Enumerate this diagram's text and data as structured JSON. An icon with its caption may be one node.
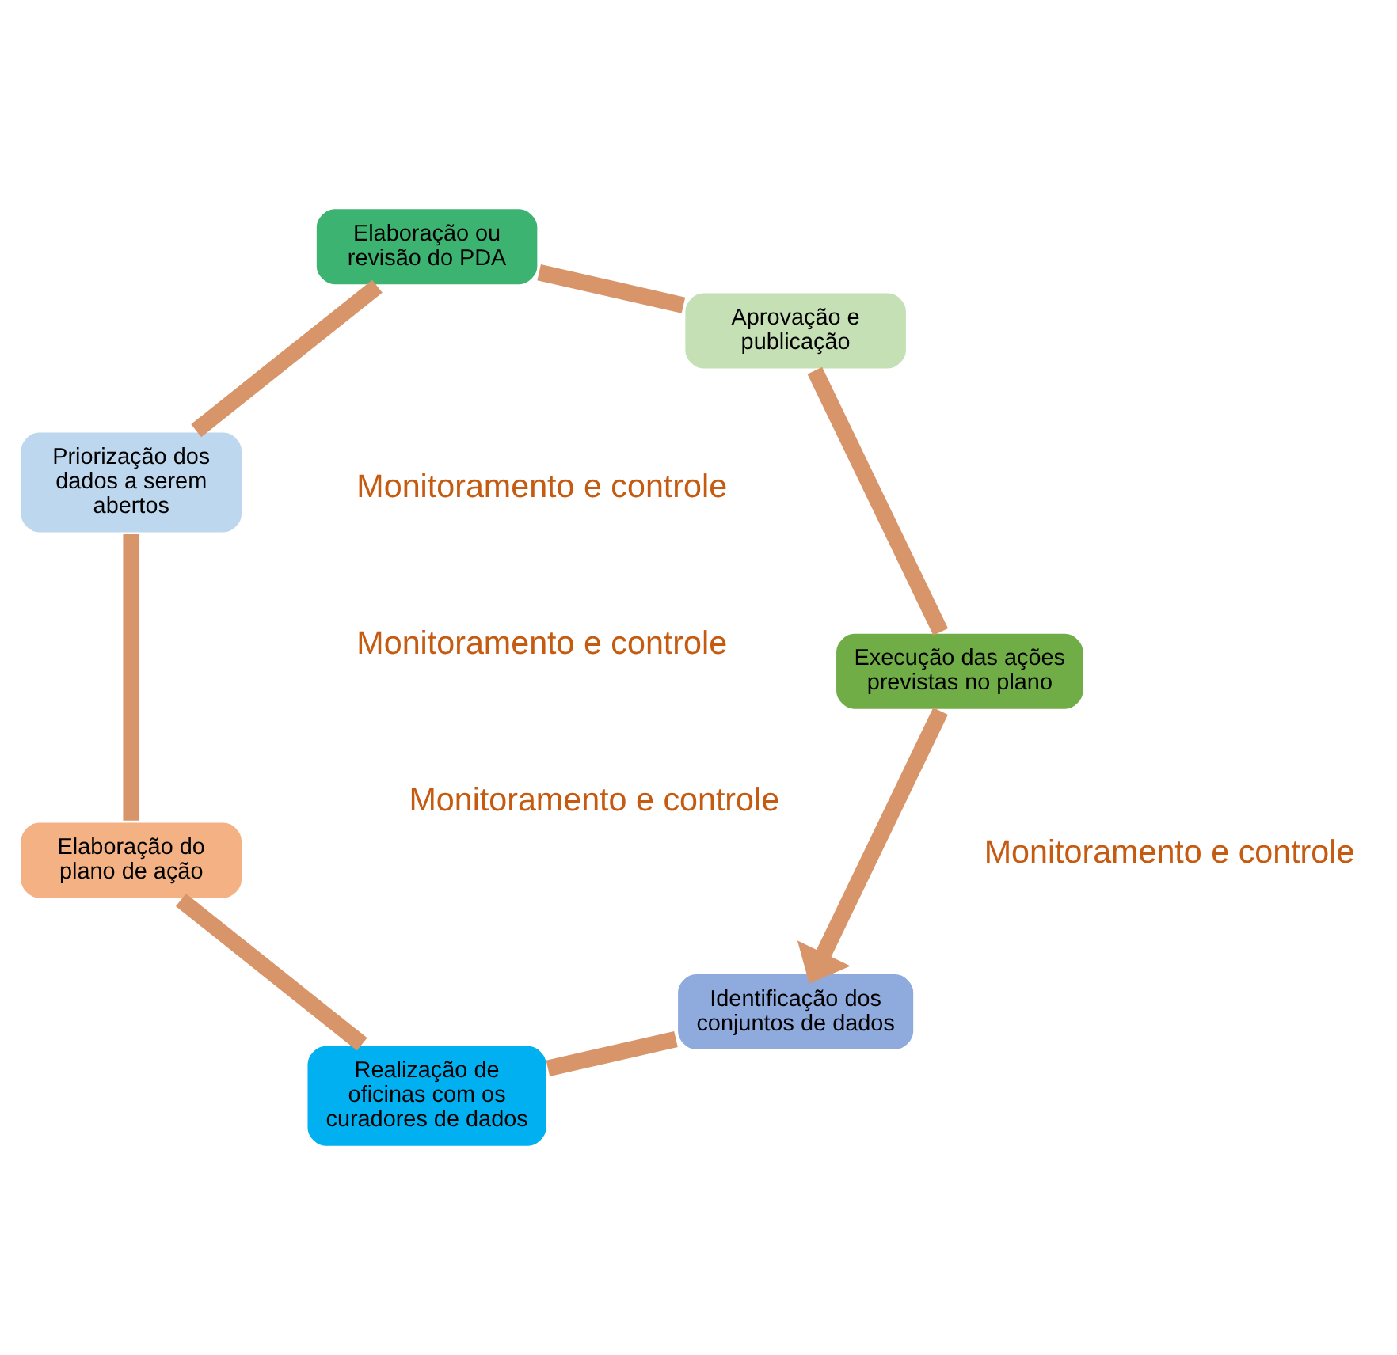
{
  "diagram": {
    "nodes": [
      {
        "text": [
          "Identificação dos conjuntos de dados"
        ]
      },
      {
        "text": [
          "Realização de oficinas com os curadores de dados"
        ]
      },
      {
        "text": [
          "Elaboração do plano de ação"
        ]
      },
      {
        "text": [
          "Priorização dos dados a serem abertos"
        ]
      },
      {
        "text": [
          "Elaboração ou revisão do PDA"
        ]
      },
      {
        "text": [
          "Aprovação e publicação"
        ]
      },
      {
        "text": [
          "Execução das ações previstas no plano"
        ]
      }
    ],
    "edges": [
      {
        "from": 0,
        "to": 1,
        "arrow": "none"
      },
      {
        "from": 1,
        "to": 2,
        "arrow": "none"
      },
      {
        "from": 2,
        "to": 3,
        "arrow": "none"
      },
      {
        "from": 3,
        "to": 4,
        "arrow": "none"
      },
      {
        "from": 4,
        "to": 5,
        "arrow": "none"
      },
      {
        "from": 5,
        "to": 6,
        "arrow": "none"
      },
      {
        "from": 6,
        "to": 0,
        "arrow": "to"
      }
    ],
    "labels": [
      "Monitoramento e controle",
      "Monitoramento e controle",
      "Monitoramento e controle",
      "Monitoramento e controle"
    ]
  }
}
